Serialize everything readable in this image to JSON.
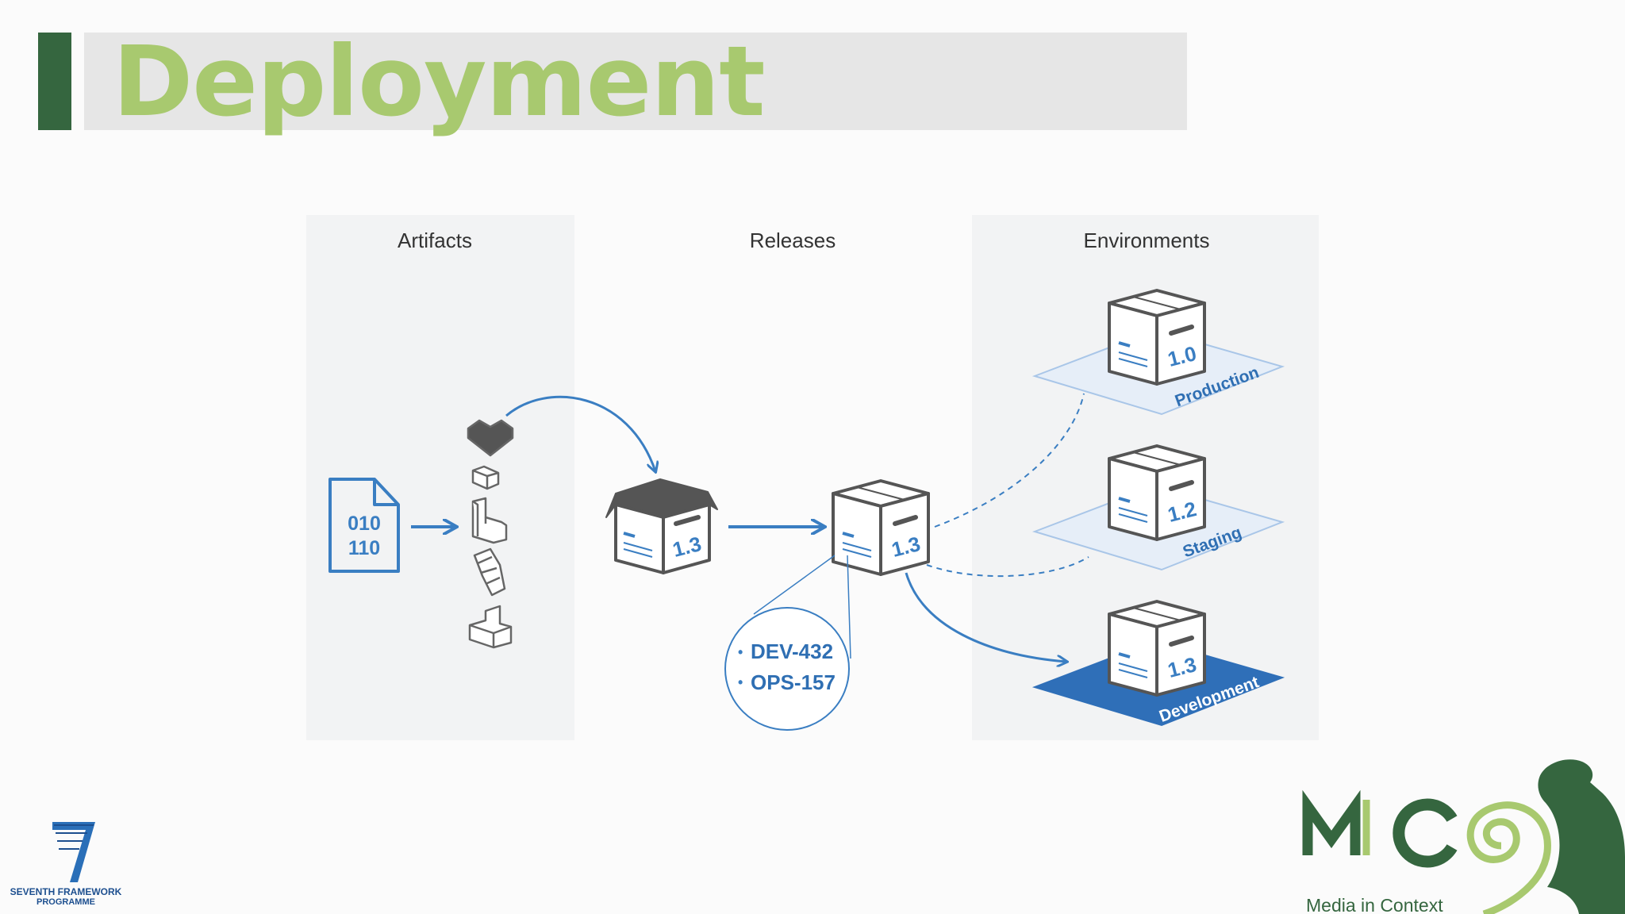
{
  "slide": {
    "title": "Deployment"
  },
  "diagram": {
    "columns": {
      "artifacts": "Artifacts",
      "releases": "Releases",
      "environments": "Environments"
    },
    "binary_file": {
      "line1": "010",
      "line2": "110"
    },
    "release_box_version": "1.3",
    "released_box_version": "1.3",
    "issues": [
      "DEV-432",
      "OPS-157"
    ],
    "environments": [
      {
        "name": "Production",
        "version": "1.0",
        "active": false
      },
      {
        "name": "Staging",
        "version": "1.2",
        "active": false
      },
      {
        "name": "Development",
        "version": "1.3",
        "active": true
      }
    ]
  },
  "logos": {
    "fp7_line1": "SEVENTH FRAMEWORK",
    "fp7_line2": "PROGRAMME",
    "mico_tagline": "Media in Context"
  },
  "colors": {
    "accent_dark_green": "#35663f",
    "title_green": "#a8c96f",
    "diagram_blue": "#3a7ec2",
    "box_gray": "#555555"
  }
}
